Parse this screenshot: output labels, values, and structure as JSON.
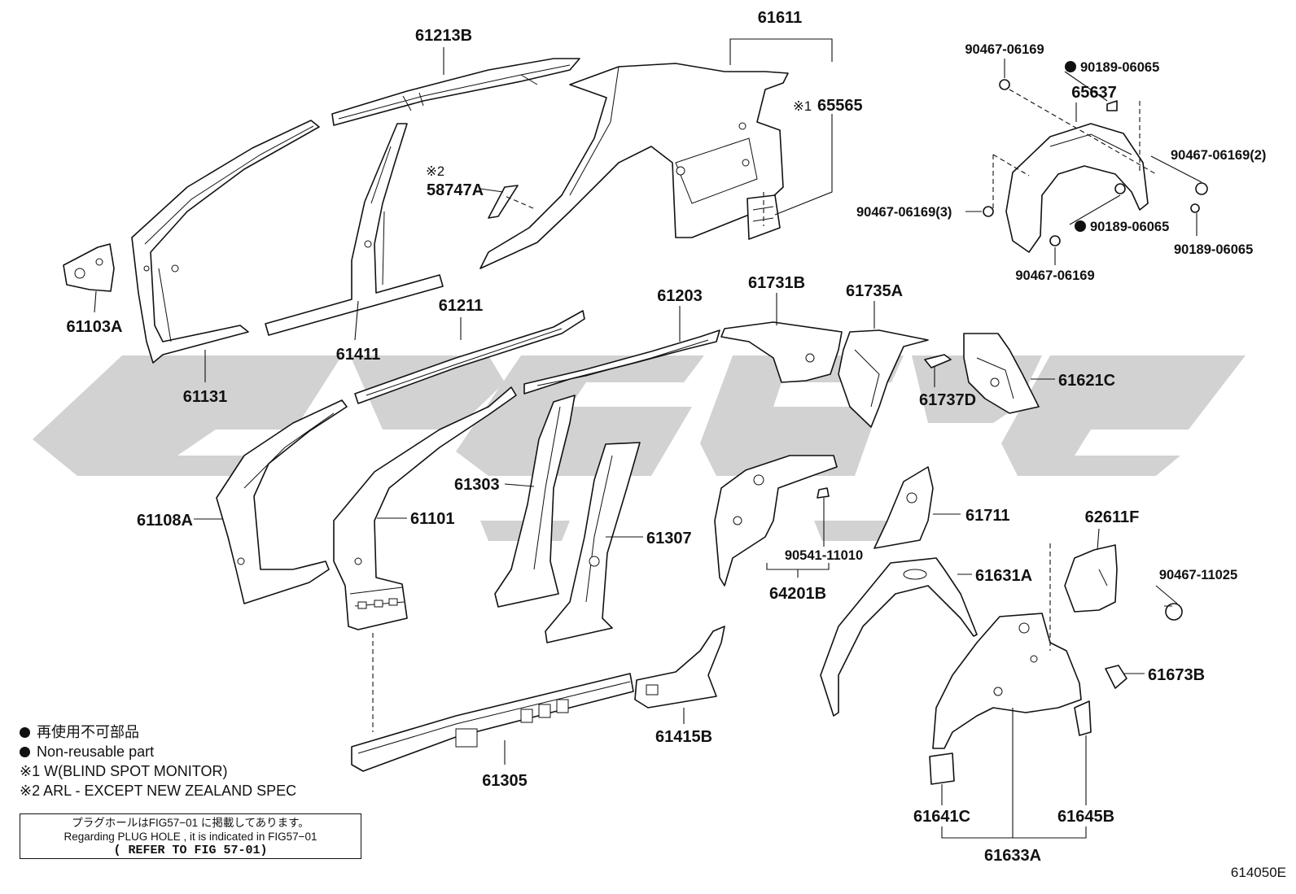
{
  "parts": {
    "p61213B": "61213B",
    "p61611": "61611",
    "p65565": "65565",
    "p65565_note": "※1",
    "p58747A": "58747A",
    "p58747A_note": "※2",
    "p61103A": "61103A",
    "p61131": "61131",
    "p61411": "61411",
    "p61211": "61211",
    "p61203": "61203",
    "p61731B": "61731B",
    "p61735A": "61735A",
    "p61737D": "61737D",
    "p61621C": "61621C",
    "p61108A": "61108A",
    "p61101": "61101",
    "p61303": "61303",
    "p61307": "61307",
    "p61711": "61711",
    "p90541_11010": "90541-11010",
    "p64201B": "64201B",
    "p62611F": "62611F",
    "p90467_11025": "90467-11025",
    "p61631A": "61631A",
    "p61673B": "61673B",
    "p61415B": "61415B",
    "p61305": "61305",
    "p61641C": "61641C",
    "p61645B": "61645B",
    "p61633A": "61633A",
    "p65637": "65637",
    "p90467_06169_a": "90467-06169",
    "p90189_06065_a": "90189-06065",
    "p90467_06169_2": "90467-06169(2)",
    "p90467_06169_3": "90467-06169(3)",
    "p90189_06065_b": "90189-06065",
    "p90189_06065_c": "90189-06065",
    "p90467_06169_b": "90467-06169"
  },
  "legend": {
    "jp": "再使用不可部品",
    "en": "Non-reusable part",
    "note1": "※1 W(BLIND SPOT MONITOR)",
    "note2": "※2 ARL - EXCEPT NEW ZEALAND SPEC"
  },
  "note_box": {
    "jp": "プラグホールはFIG57−01 に掲載してあります。",
    "en": "Regarding PLUG HOLE , it is indicated in FIG57−01",
    "refer": "( REFER TO FIG 57-01)"
  },
  "figure_id": "614050E"
}
